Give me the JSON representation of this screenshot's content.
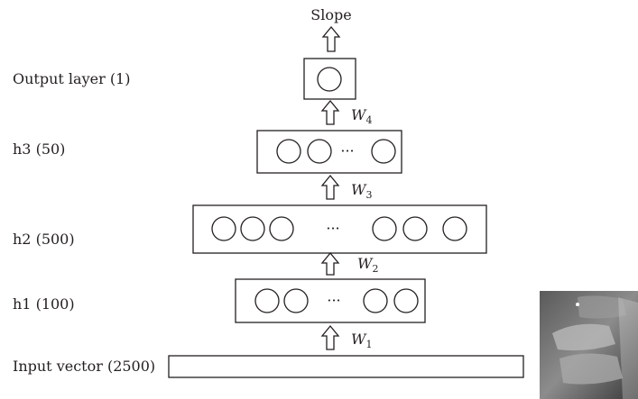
{
  "output_label": "Slope",
  "layers": [
    {
      "id": "output",
      "label": "Output layer (1)"
    },
    {
      "id": "h3",
      "label": "h3 (50)"
    },
    {
      "id": "h2",
      "label": "h2 (500)"
    },
    {
      "id": "h1",
      "label": "h1 (100)"
    },
    {
      "id": "input",
      "label": "Input vector (2500)"
    }
  ],
  "ellipsis": "···",
  "weights": [
    {
      "letter": "W",
      "sub": "4"
    },
    {
      "letter": "W",
      "sub": "3"
    },
    {
      "letter": "W",
      "sub": "2"
    },
    {
      "letter": "W",
      "sub": "1"
    }
  ]
}
